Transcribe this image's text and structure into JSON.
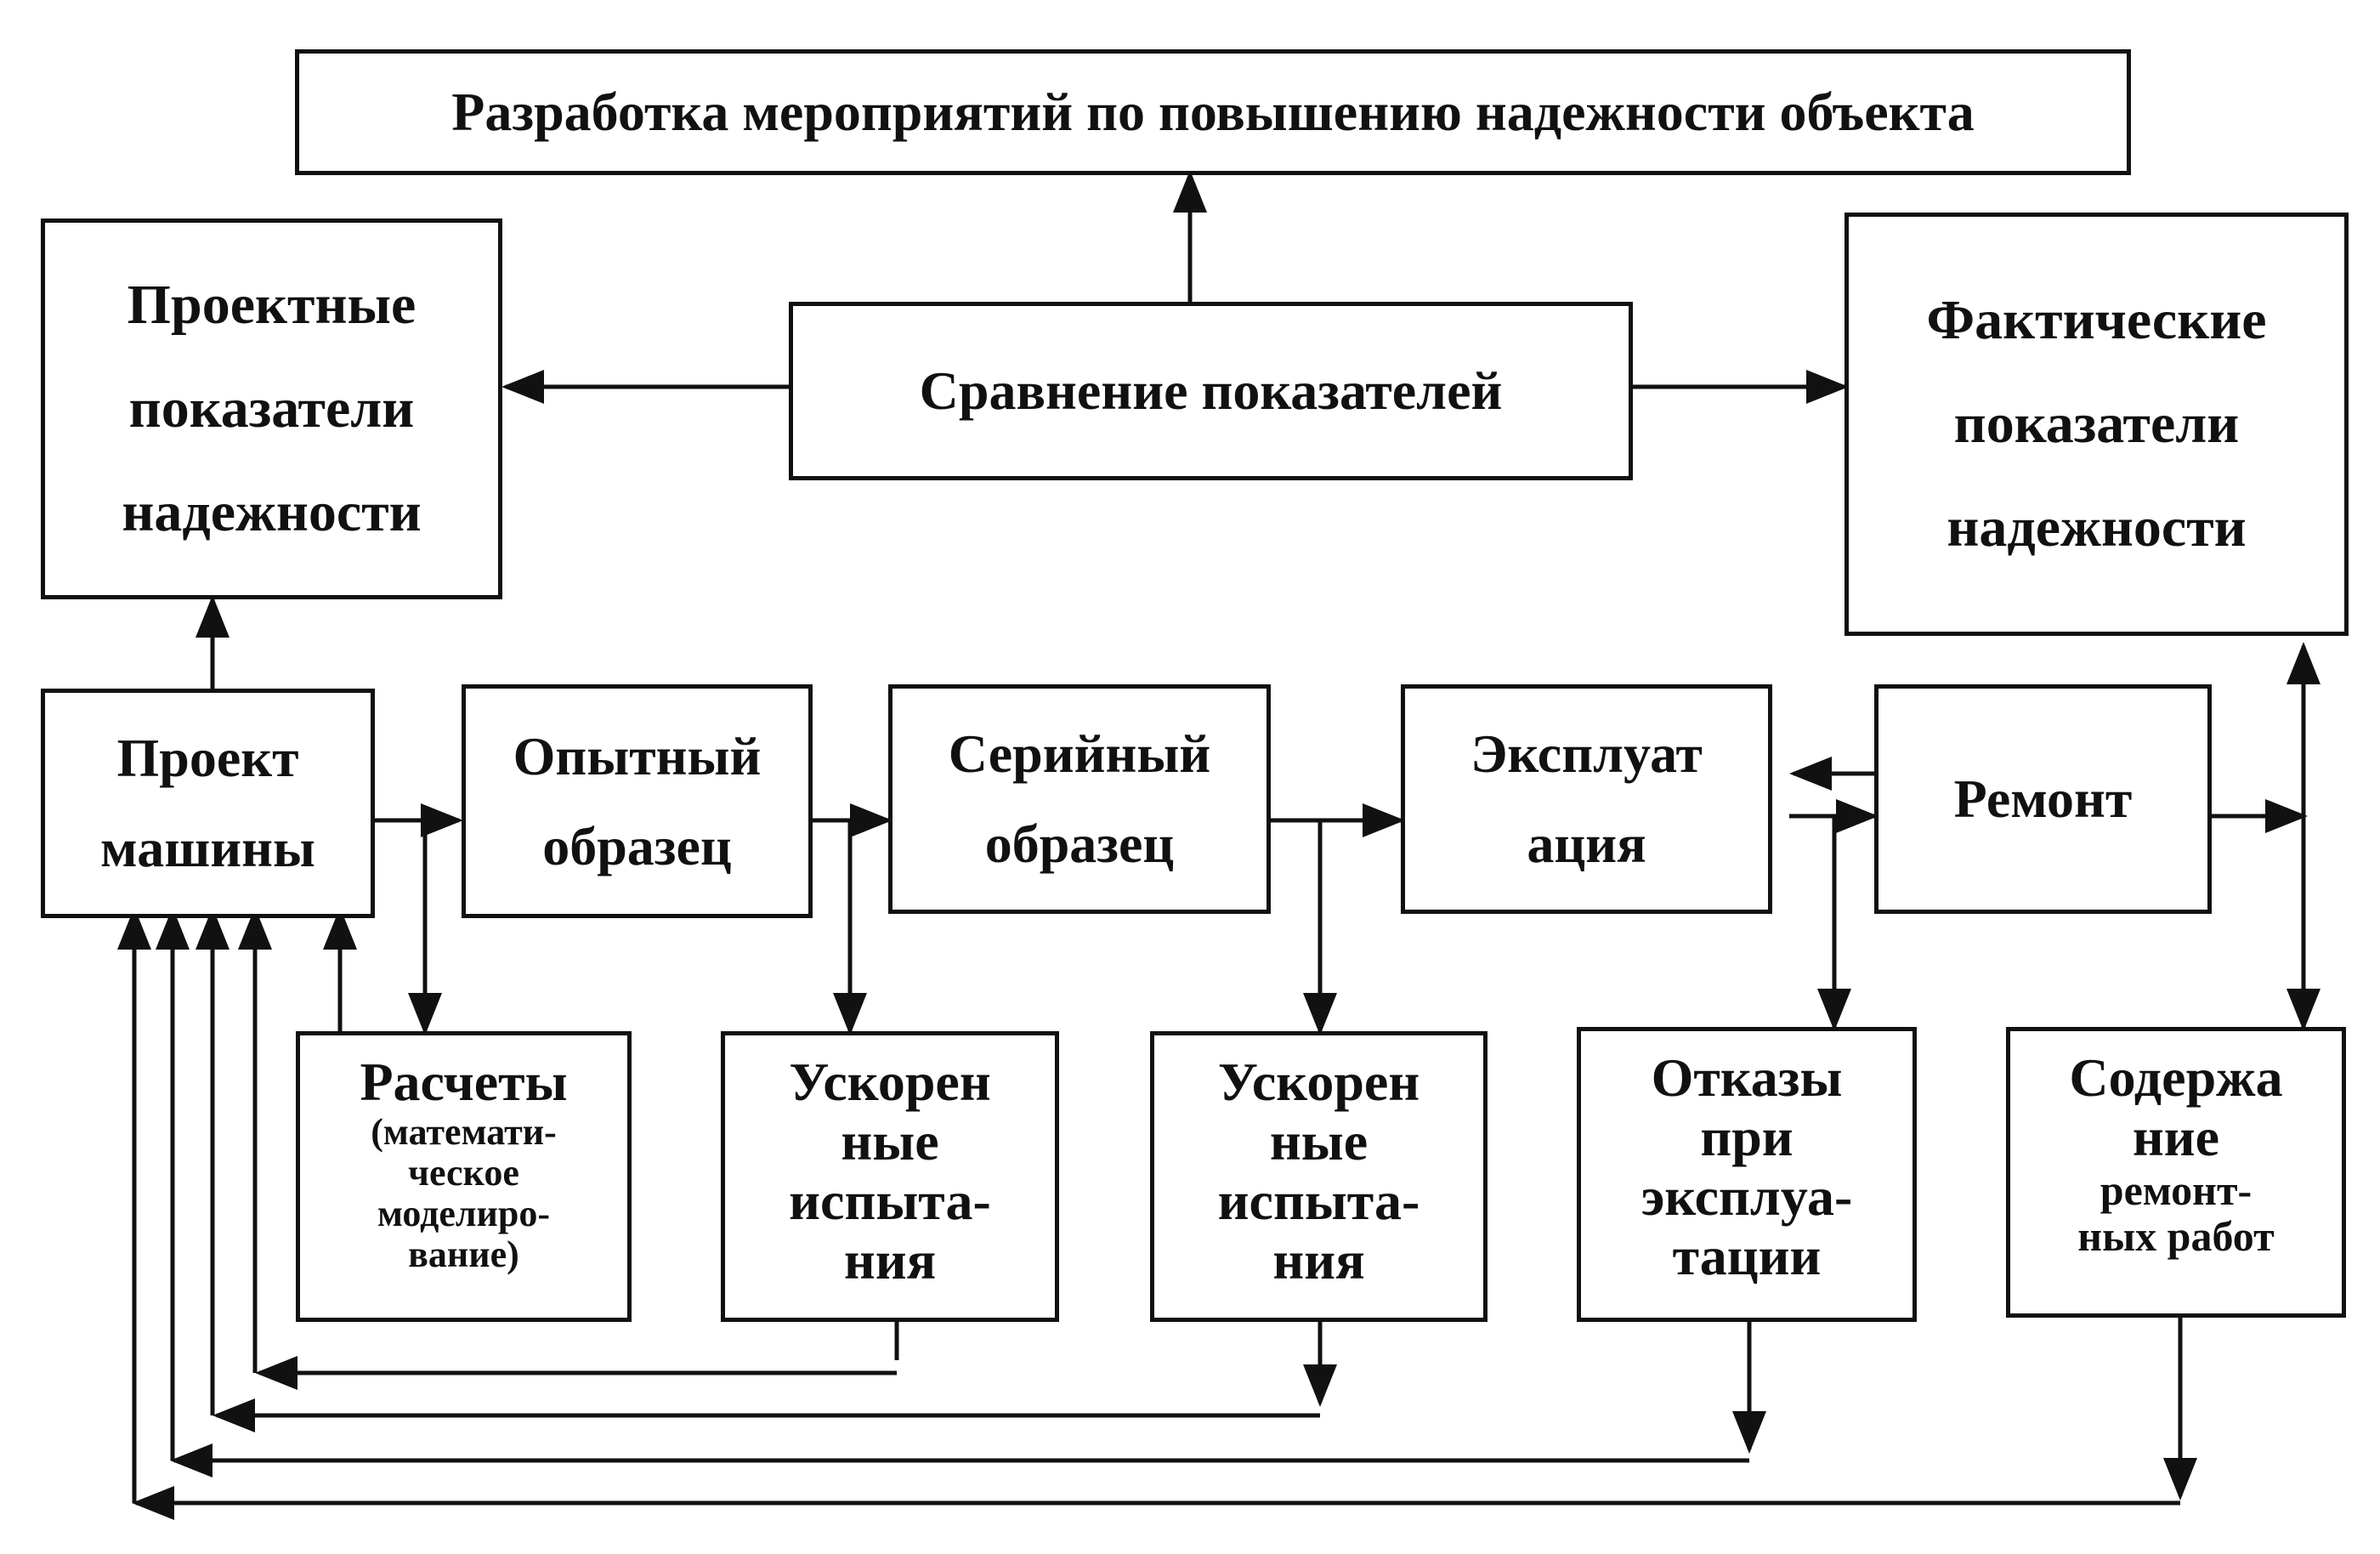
{
  "diagram": {
    "top": "Разработка мероприятий по повышению надежности объекта",
    "compare": "Сравнение показателей",
    "design_indicators": [
      "Проектные",
      "показатели",
      "надежности"
    ],
    "actual_indicators": [
      "Фактические",
      "показатели",
      "надежности"
    ],
    "project": [
      "Проект",
      "машины"
    ],
    "prototype": [
      "Опытный",
      "образец"
    ],
    "serial": [
      "Серийный",
      "образец"
    ],
    "operation": [
      "Эксплуат",
      "ация"
    ],
    "repair": "Ремонт",
    "calc_title": "Расчеты",
    "calc_sub": [
      "(математи-",
      "ческое",
      "моделиро-",
      "вание)"
    ],
    "accel1": [
      "Ускорен",
      "ные",
      "испыта-",
      "ния"
    ],
    "accel2": [
      "Ускорен",
      "ные",
      "испыта-",
      "ния"
    ],
    "failures": [
      "Отказы",
      "при",
      "эксплуа-",
      "тации"
    ],
    "maintenance_top": [
      "Содержа",
      "ние"
    ],
    "maintenance_sub": [
      "ремонт-",
      "ных работ"
    ]
  }
}
